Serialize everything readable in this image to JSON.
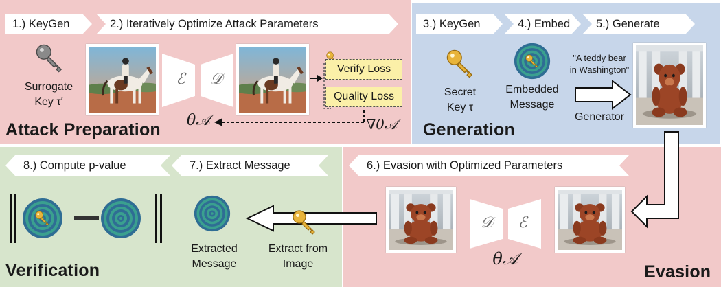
{
  "attack": {
    "title": "Attack Preparation",
    "step1": "1.) KeyGen",
    "step2": "2.) Iteratively Optimize Attack Parameters",
    "surrogate_line1": "Surrogate",
    "surrogate_line2": "Key τ′",
    "encoder": "ℰ",
    "decoder": "𝒟",
    "verify_loss": "Verify Loss",
    "quality_loss": "Quality Loss",
    "theta": "θ𝒜",
    "grad": "∇θ𝒜"
  },
  "generation": {
    "title": "Generation",
    "step3": "3.) KeyGen",
    "step4": "4.) Embed",
    "step5": "5.) Generate",
    "secret_line1": "Secret",
    "secret_line2": "Key τ",
    "embedded_line1": "Embedded",
    "embedded_line2": "Message",
    "prompt_line1": "\"A teddy bear",
    "prompt_line2": "in Washington\"",
    "generator": "Generator"
  },
  "evasion": {
    "title": "Evasion",
    "step6": "6.) Evasion with Optimized Parameters",
    "decoder": "𝒟",
    "encoder": "ℰ",
    "theta": "θ𝒜"
  },
  "verification": {
    "title": "Verification",
    "step7": "7.) Extract Message",
    "step8": "8.) Compute p-value",
    "extracted_line1": "Extracted",
    "extracted_line2": "Message",
    "extract_line1": "Extract from",
    "extract_line2": "Image"
  },
  "icons": [
    "key-icon",
    "watermark-ring-icon",
    "horse-rider-image",
    "teddy-bear-image"
  ],
  "colors": {
    "attack_bg": "#f2c9c9",
    "generation_bg": "#c7d6ea",
    "verification_bg": "#d7e5cc",
    "loss_box": "#fbf0a8",
    "key_gray": "#7a7a7a",
    "key_gold": "#e8b43a"
  }
}
